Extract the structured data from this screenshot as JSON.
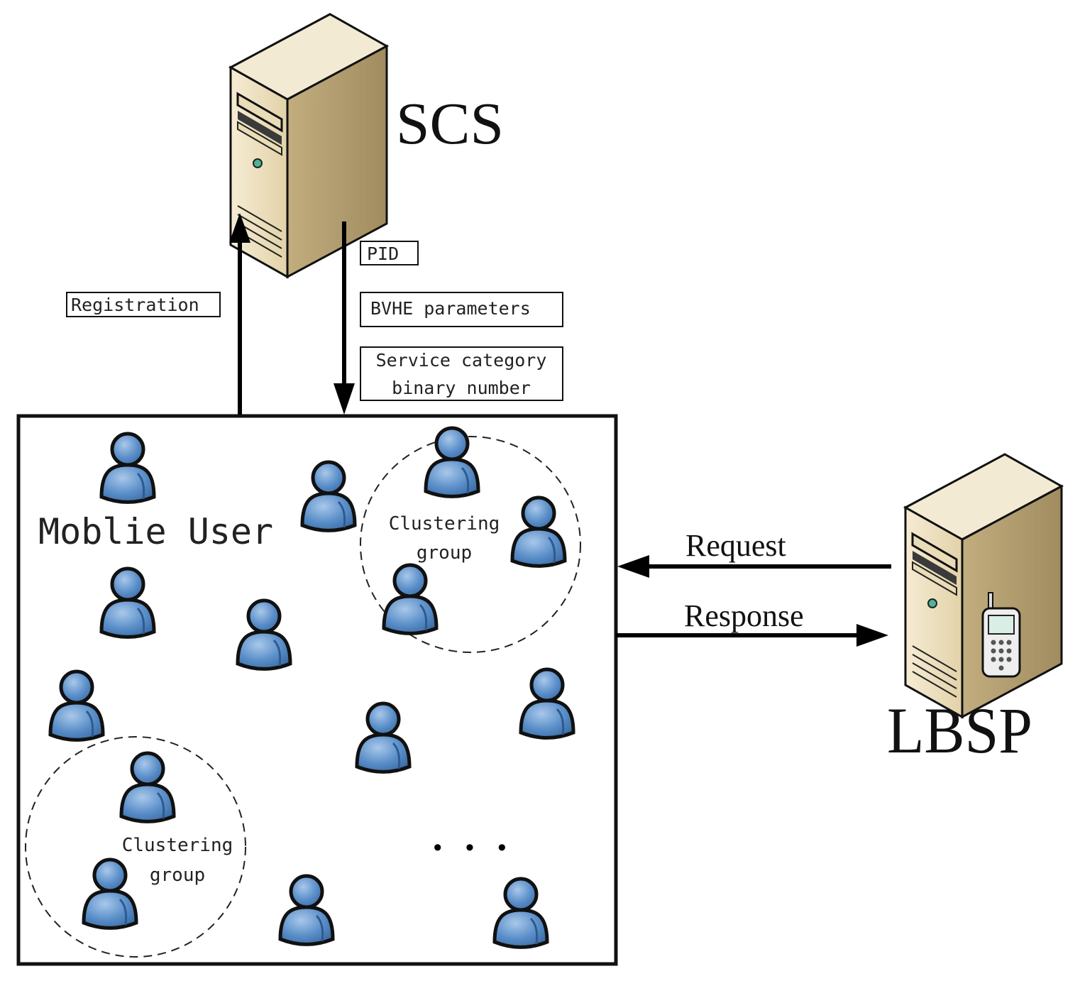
{
  "nodes": {
    "scs": {
      "label": "SCS"
    },
    "lbsp": {
      "label": "LBSP"
    },
    "mobile_area": {
      "label": "Moblie User"
    }
  },
  "edges": {
    "registration": {
      "label": "Registration"
    },
    "pid": {
      "label": "PID"
    },
    "bvhe": {
      "label": "BVHE parameters"
    },
    "service_category": {
      "line1": "Service category",
      "line2": "binary number"
    },
    "request": {
      "label": "Request"
    },
    "response": {
      "label": "Response"
    }
  },
  "groups": [
    {
      "line1": "Clustering",
      "line2": "group"
    },
    {
      "line1": "Clustering",
      "line2": "group"
    }
  ],
  "ellipsis": "• • •",
  "colors": {
    "user_fill": "#5b8fc9",
    "server_fill": "#efe2c2",
    "server_side": "#c9b58a",
    "stroke": "#111111"
  },
  "icons": [
    "server-icon",
    "user-icon",
    "mobile-phone-icon"
  ]
}
